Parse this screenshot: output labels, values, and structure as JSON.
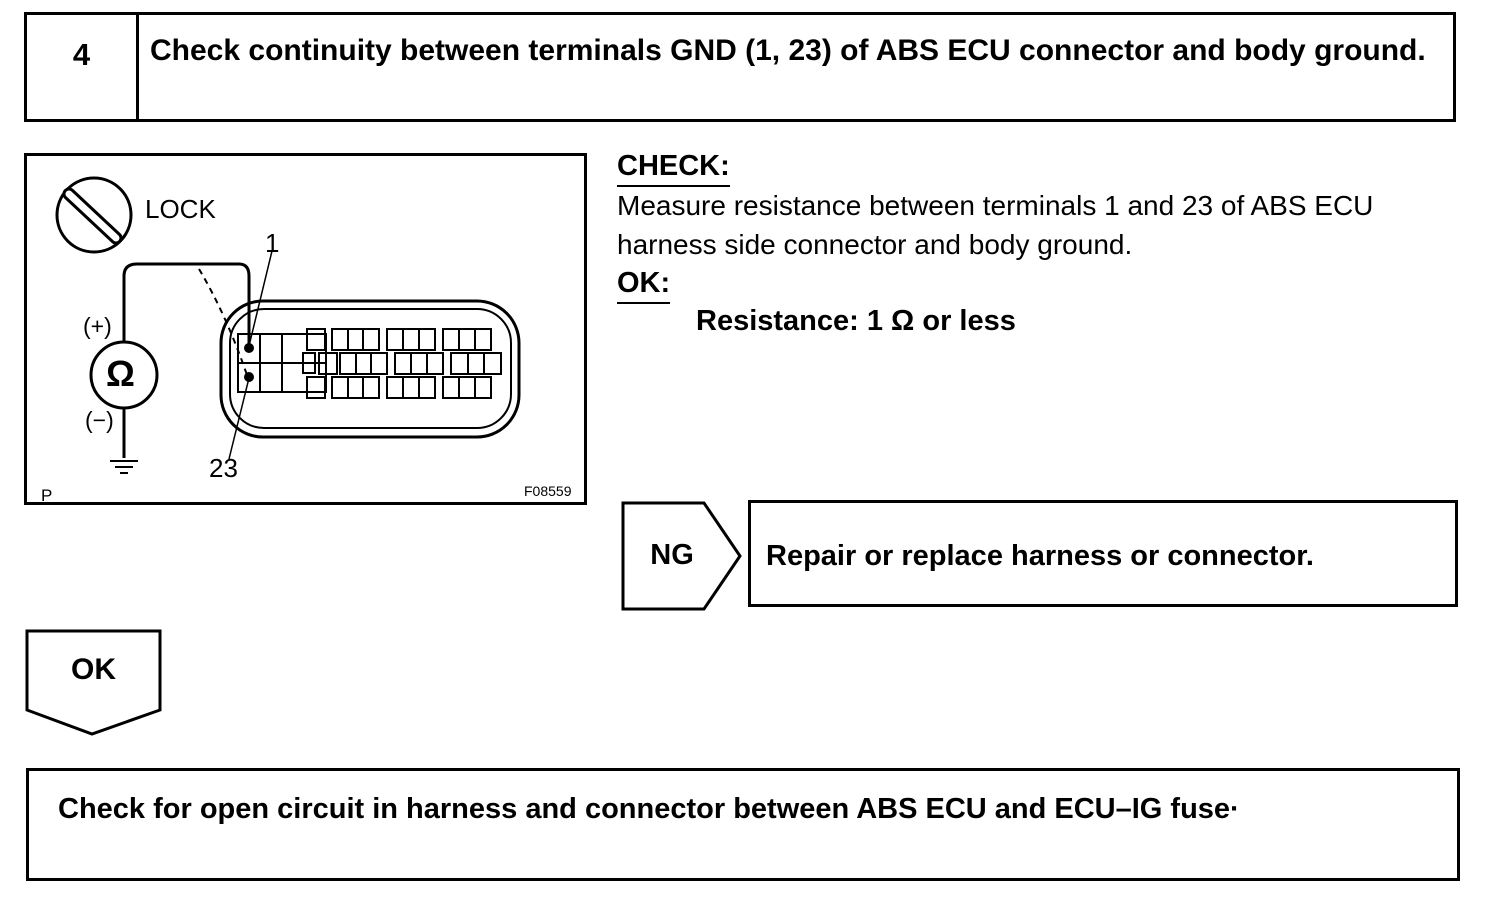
{
  "step": {
    "number": "4",
    "title": "Check continuity between terminals GND (1, 23) of ABS ECU connector and body ground."
  },
  "diagram": {
    "lock_label": "LOCK",
    "terminal_top": "1",
    "terminal_bottom": "23",
    "plus_label": "(+)",
    "minus_label": "(−)",
    "meter_symbol": "Ω",
    "corner_left": "P",
    "figure_code": "F08559"
  },
  "check": {
    "heading": "CHECK:",
    "text": "Measure resistance between terminals 1 and 23 of ABS ECU harness side connector and body ground."
  },
  "ok": {
    "heading": "OK:",
    "spec": "Resistance: 1 Ω or less"
  },
  "ng_branch": {
    "label": "NG",
    "action": "Repair or replace harness or connector."
  },
  "ok_branch": {
    "label": "OK"
  },
  "next_step": {
    "text": "Check for open circuit in harness and connector between ABS ECU and ECU–IG fuse·"
  }
}
